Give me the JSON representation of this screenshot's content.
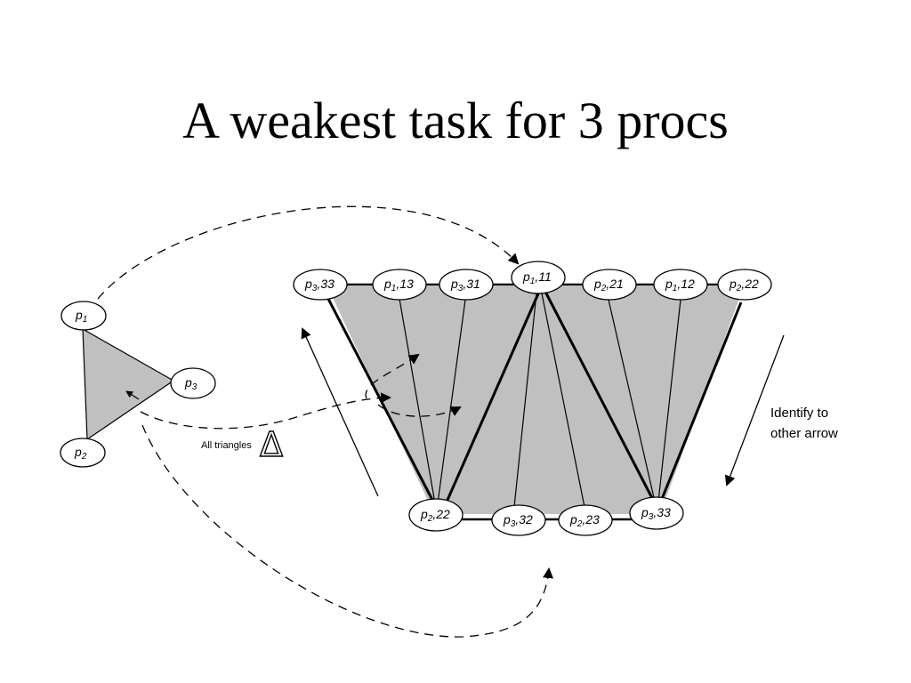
{
  "slide": {
    "title": "A weakest task for 3 procs"
  },
  "input_triangle": {
    "vertices": [
      {
        "base": "p",
        "sub": "1"
      },
      {
        "base": "p",
        "sub": "3"
      },
      {
        "base": "p",
        "sub": "2"
      }
    ],
    "caption": "All triangles",
    "symbol": "Δ"
  },
  "subdivision": {
    "top_row": [
      {
        "base": "p",
        "sub": "3",
        "suffix": ",33"
      },
      {
        "base": "p",
        "sub": "1",
        "suffix": ",13"
      },
      {
        "base": "p",
        "sub": "3",
        "suffix": ",31"
      },
      {
        "base": "p",
        "sub": "1",
        "suffix": ",11"
      },
      {
        "base": "p",
        "sub": "2",
        "suffix": ",21"
      },
      {
        "base": "p",
        "sub": "1",
        "suffix": ",12"
      },
      {
        "base": "p",
        "sub": "2",
        "suffix": ",22"
      }
    ],
    "bottom_row": [
      {
        "base": "p",
        "sub": "2",
        "suffix": ",22"
      },
      {
        "base": "p",
        "sub": "3",
        "suffix": ",32"
      },
      {
        "base": "p",
        "sub": "2",
        "suffix": ",23"
      },
      {
        "base": "p",
        "sub": "3",
        "suffix": ",33"
      }
    ]
  },
  "note": {
    "line1": "Identify to",
    "line2": "other arrow"
  },
  "colors": {
    "fill": "#c0c0c0",
    "stroke": "#000000",
    "background": "#ffffff"
  }
}
